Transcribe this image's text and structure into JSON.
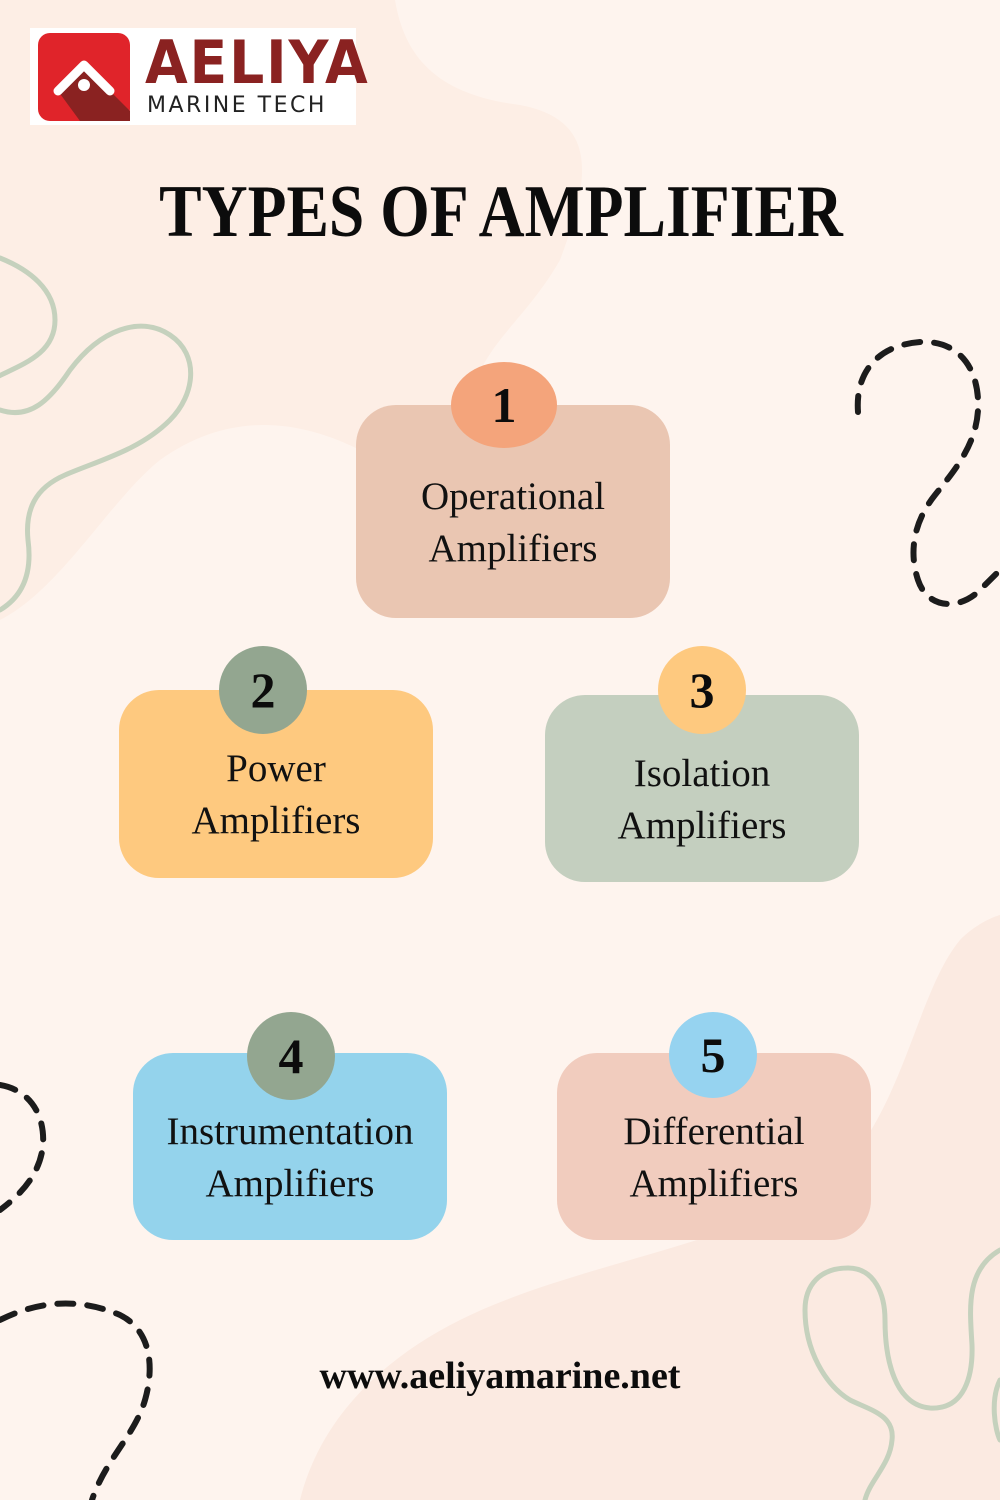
{
  "colors": {
    "background": "#fdeee5",
    "background_light": "#fef4ee",
    "squiggle_green": "#c5d1bd",
    "dash_black": "#1c1c1c",
    "brand_red": "#e0242a",
    "brand_dark_red": "#8a2221"
  },
  "logo": {
    "wordmark": "AELIYA",
    "tagline": "MARINE TECH",
    "icon": "house-roof-icon"
  },
  "header": {
    "title": "TYPES OF AMPLIFIER"
  },
  "items": [
    {
      "number": "1",
      "line1": "Operational",
      "line2": "Amplifiers",
      "card_color": "#eac6b2",
      "badge_color": "#f4a47b"
    },
    {
      "number": "2",
      "line1": "Power",
      "line2": "Amplifiers",
      "card_color": "#fec97f",
      "badge_color": "#93a690"
    },
    {
      "number": "3",
      "line1": "Isolation",
      "line2": "Amplifiers",
      "card_color": "#c4cfbf",
      "badge_color": "#fec97f"
    },
    {
      "number": "4",
      "line1": "Instrumentation",
      "line2": "Amplifiers",
      "card_color": "#94d3ec",
      "badge_color": "#93a690"
    },
    {
      "number": "5",
      "line1": "Differential",
      "line2": "Amplifiers",
      "card_color": "#f1ccbe",
      "badge_color": "#96d3f0"
    }
  ],
  "footer": {
    "url": "www.aeliyamarine.net"
  }
}
